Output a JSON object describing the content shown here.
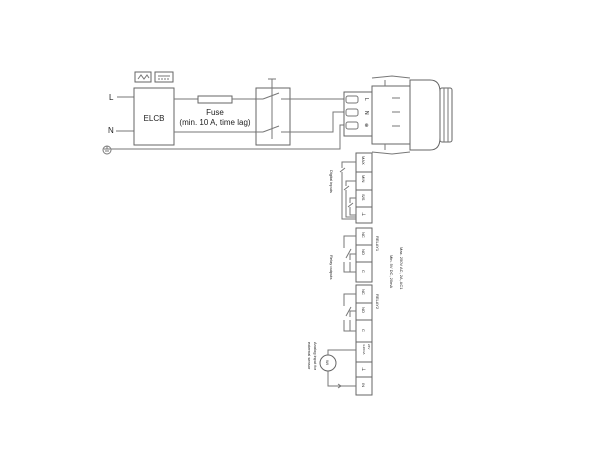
{
  "power": {
    "line_label": "L",
    "neutral_label": "N",
    "elcb_label": "ELCB",
    "fuse_label": "Fuse",
    "fuse_spec": "(min. 10 A, time lag)",
    "connector_labels": [
      "L",
      "N",
      "⊕"
    ]
  },
  "digital_inputs": {
    "title": "Digital inputs",
    "terminals": [
      "MAX",
      "MIN",
      "S/S",
      "⊥"
    ]
  },
  "relay_outputs": {
    "title": "Relay outputs",
    "relay1_label": "RELAY1",
    "relay2_label": "RELAY2",
    "relay1_terminals": [
      "NC",
      "NO",
      "C"
    ],
    "relay2_terminals": [
      "NC",
      "NO",
      "C"
    ],
    "rating_max": "Max. 250V AC, 2A, AC1",
    "rating_min": "Min. 5V DC, 20mA"
  },
  "analog_input": {
    "title_line1": "Analog input for",
    "title_line2": "external sensor",
    "terminal_supply_line1": "24V",
    "terminal_supply_line2": "4-20mA",
    "terminals": [
      "⊥",
      "IN"
    ],
    "sensor_label": "WI"
  }
}
